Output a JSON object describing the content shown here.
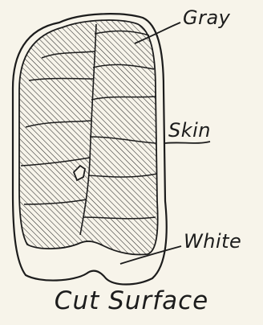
{
  "labels": {
    "gray": "Gray",
    "skin": "Skin",
    "white": "White"
  },
  "caption": "Cut Surface",
  "colors": {
    "ink": "#1c1c1c",
    "paper": "#f7f4ea"
  }
}
